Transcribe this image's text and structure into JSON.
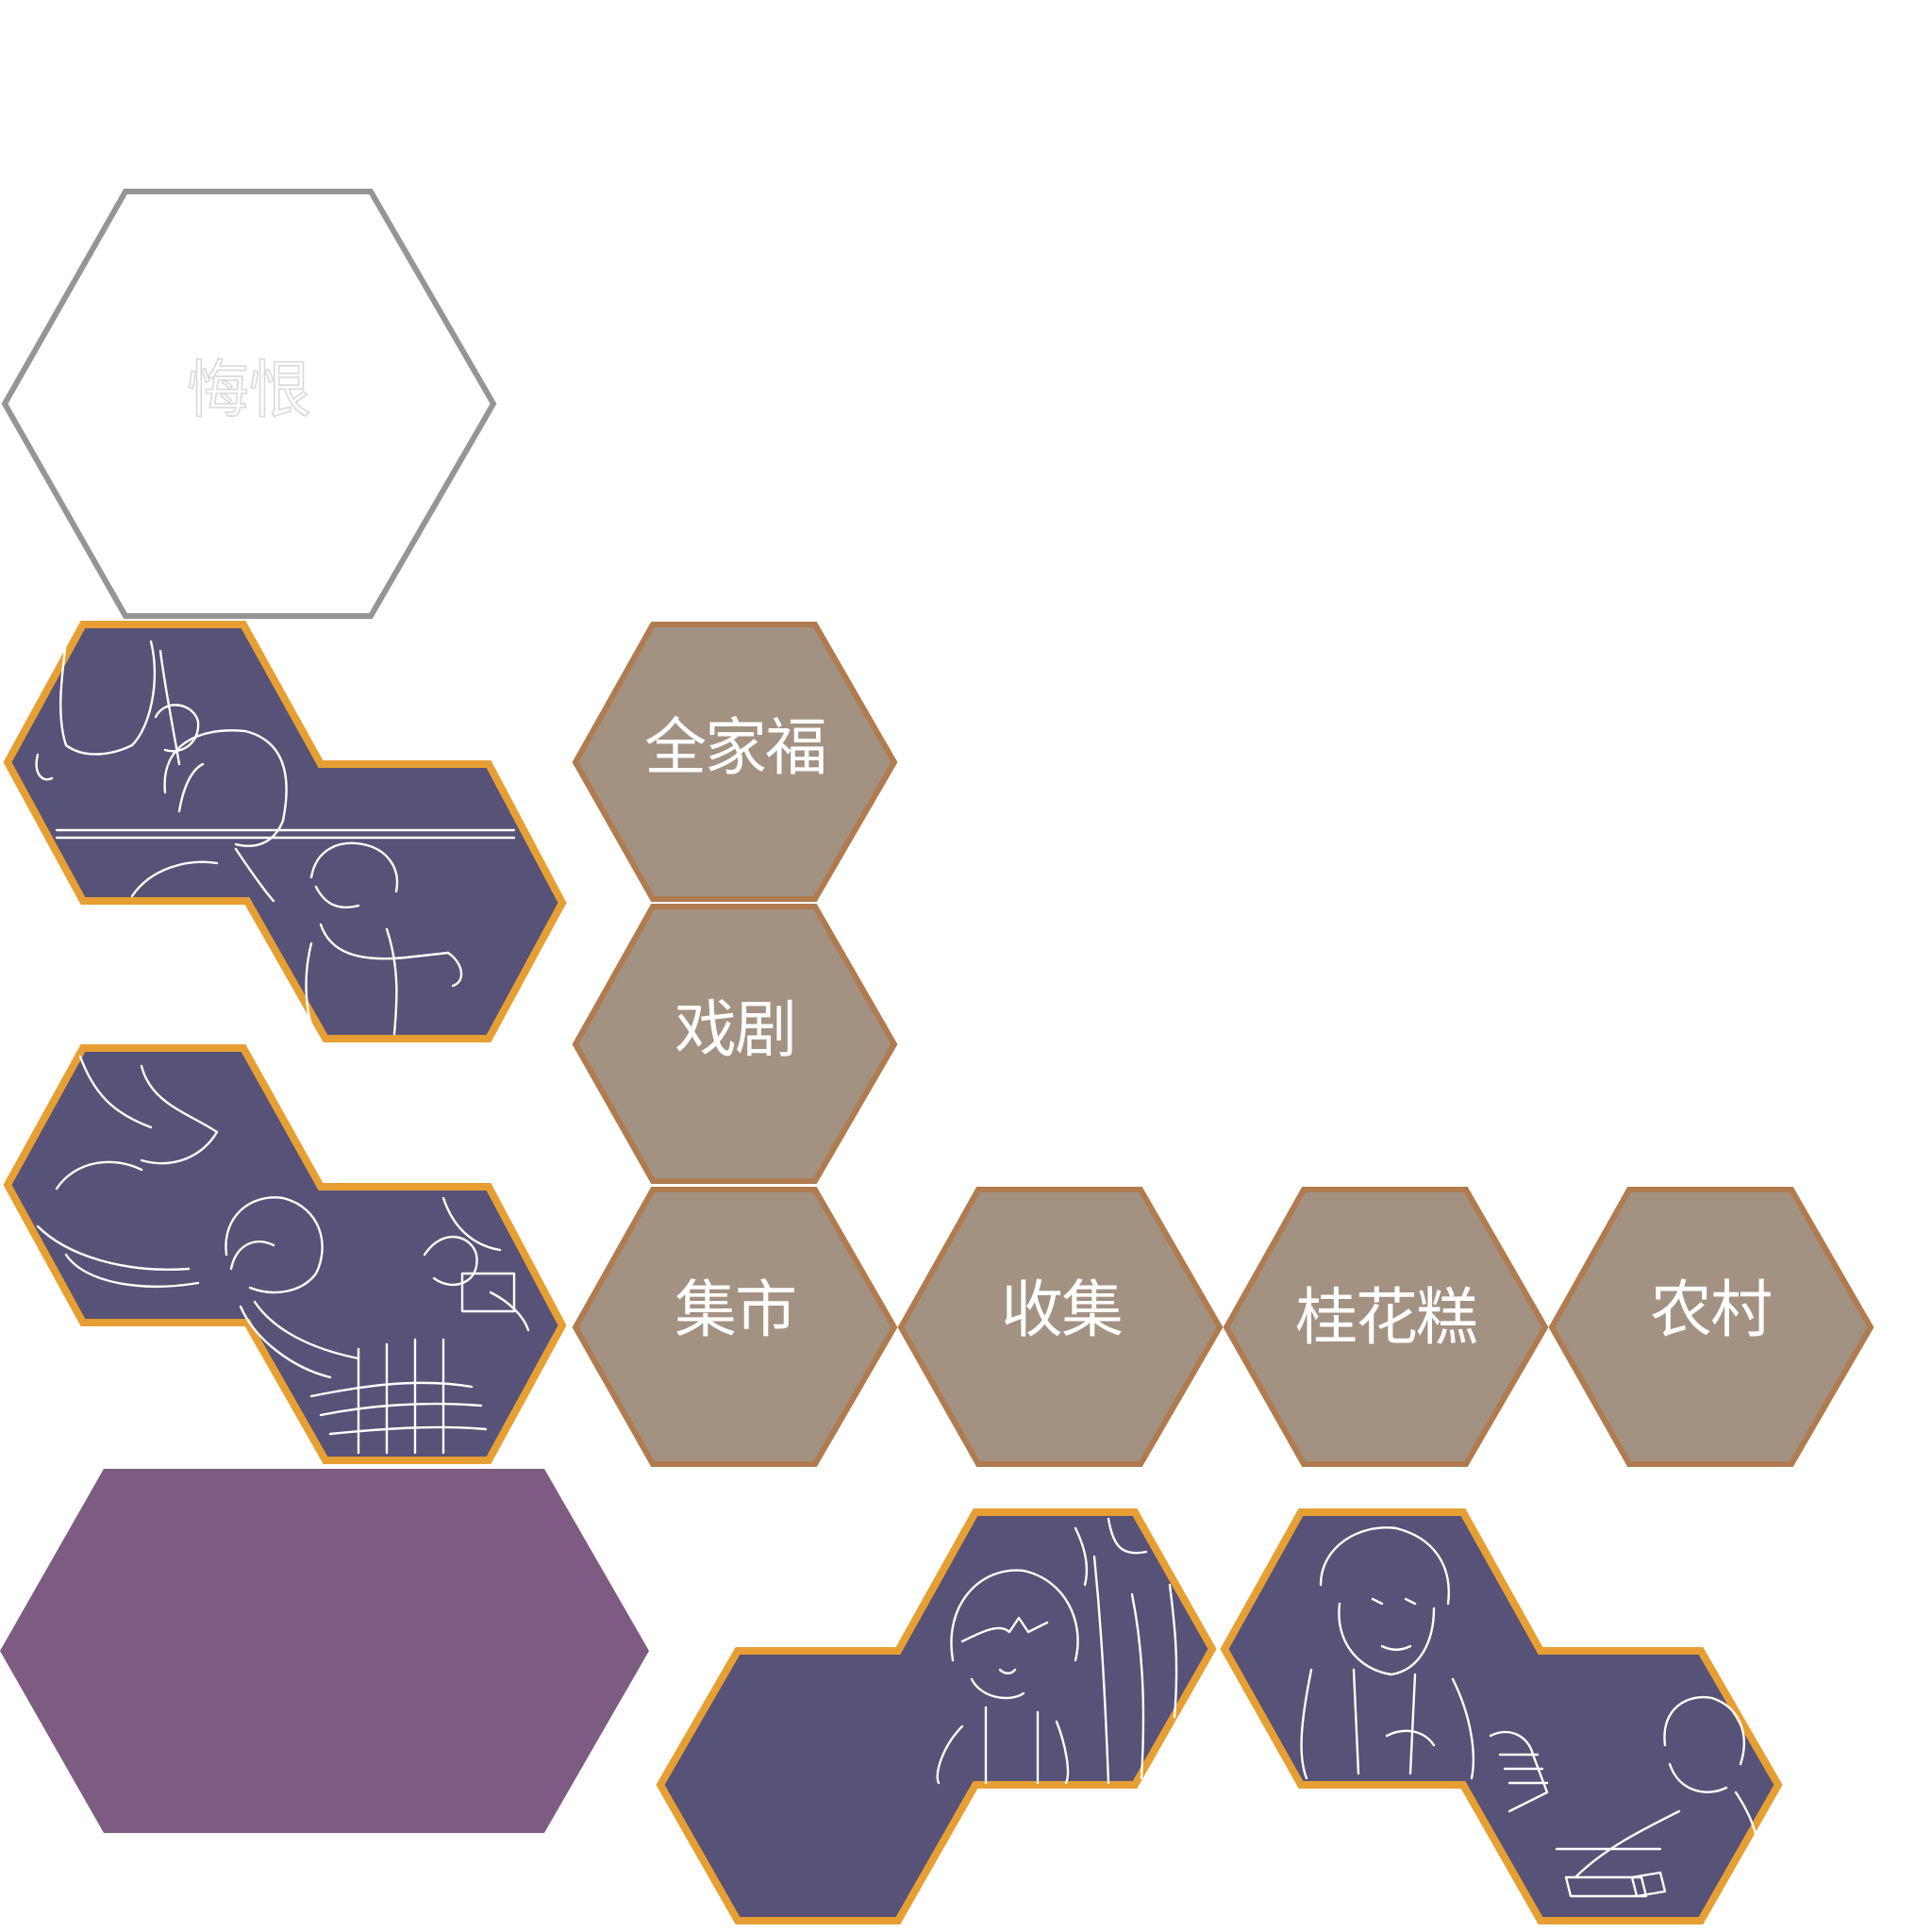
{
  "colors": {
    "tile_fill": "#a39182",
    "tile_stroke": "#b07b4f",
    "image_fill": "#575277",
    "image_stroke": "#e79f33",
    "outline_stroke": "#959595",
    "solid_fill": "#7e5b82"
  },
  "tiles": {
    "regret": "悔恨",
    "family_photo": "全家福",
    "theater": "戏剧",
    "market": "集市",
    "collect": "收集",
    "osmanthus_cake": "桂花糕",
    "countryside": "农村"
  }
}
